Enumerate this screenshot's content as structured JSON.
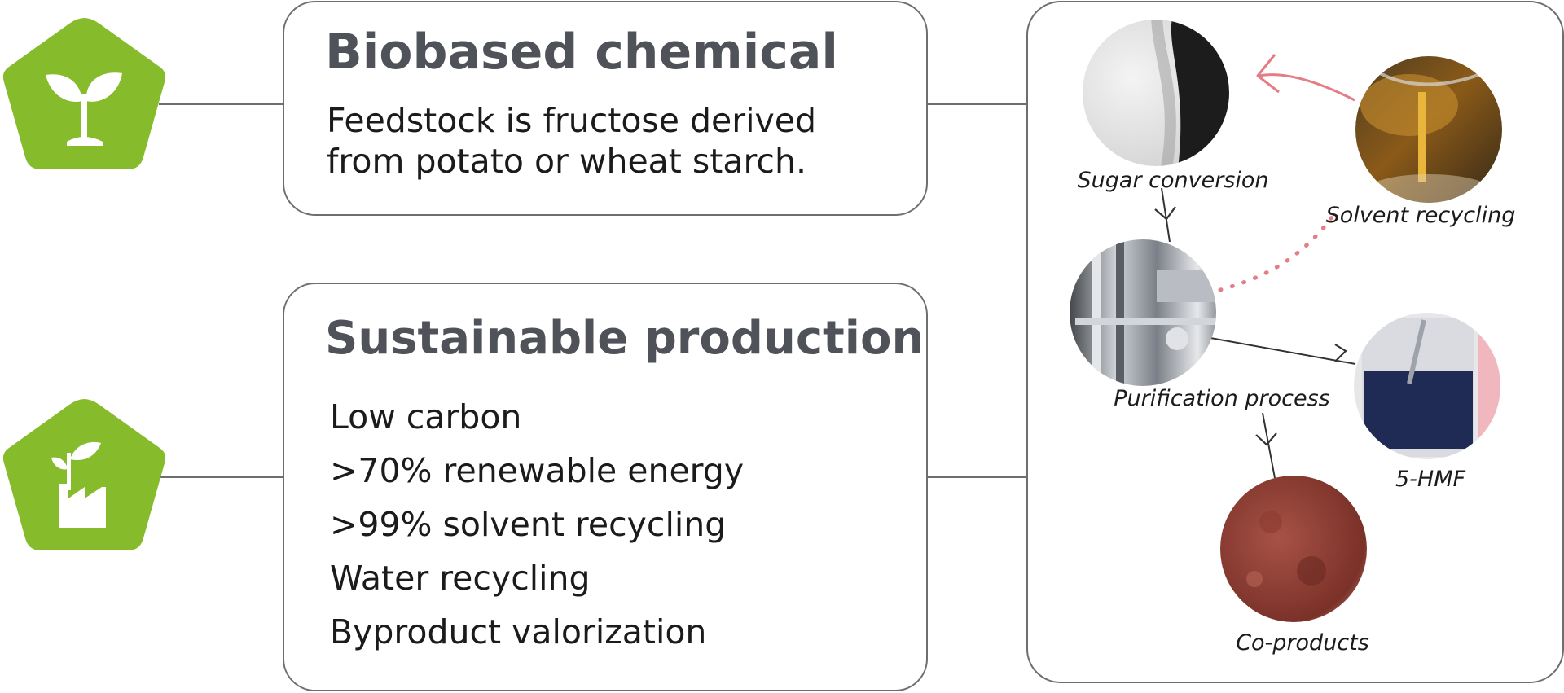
{
  "biobased": {
    "title": "Biobased chemical",
    "text_line1": "Feedstock is fructose derived",
    "text_line2": "from potato or wheat starch."
  },
  "sustainable": {
    "title": "Sustainable production",
    "items": [
      "Low carbon",
      ">70% renewable energy",
      ">99% solvent recycling",
      "Water recycling",
      "Byproduct valorization"
    ]
  },
  "process": {
    "sugar_conversion": "Sugar conversion",
    "solvent_recycling": "Solvent recycling",
    "purification_process": "Purification process",
    "hmf": "5-HMF",
    "co_products": "Co-products"
  },
  "colors": {
    "icon_green": "#86bc2b",
    "line_gray": "#6e6e6e",
    "title_gray": "#4f5258",
    "arrow_pink": "#e37d86"
  },
  "icons": {
    "top": "plant-sprout-icon",
    "bottom": "factory-sprout-icon"
  }
}
